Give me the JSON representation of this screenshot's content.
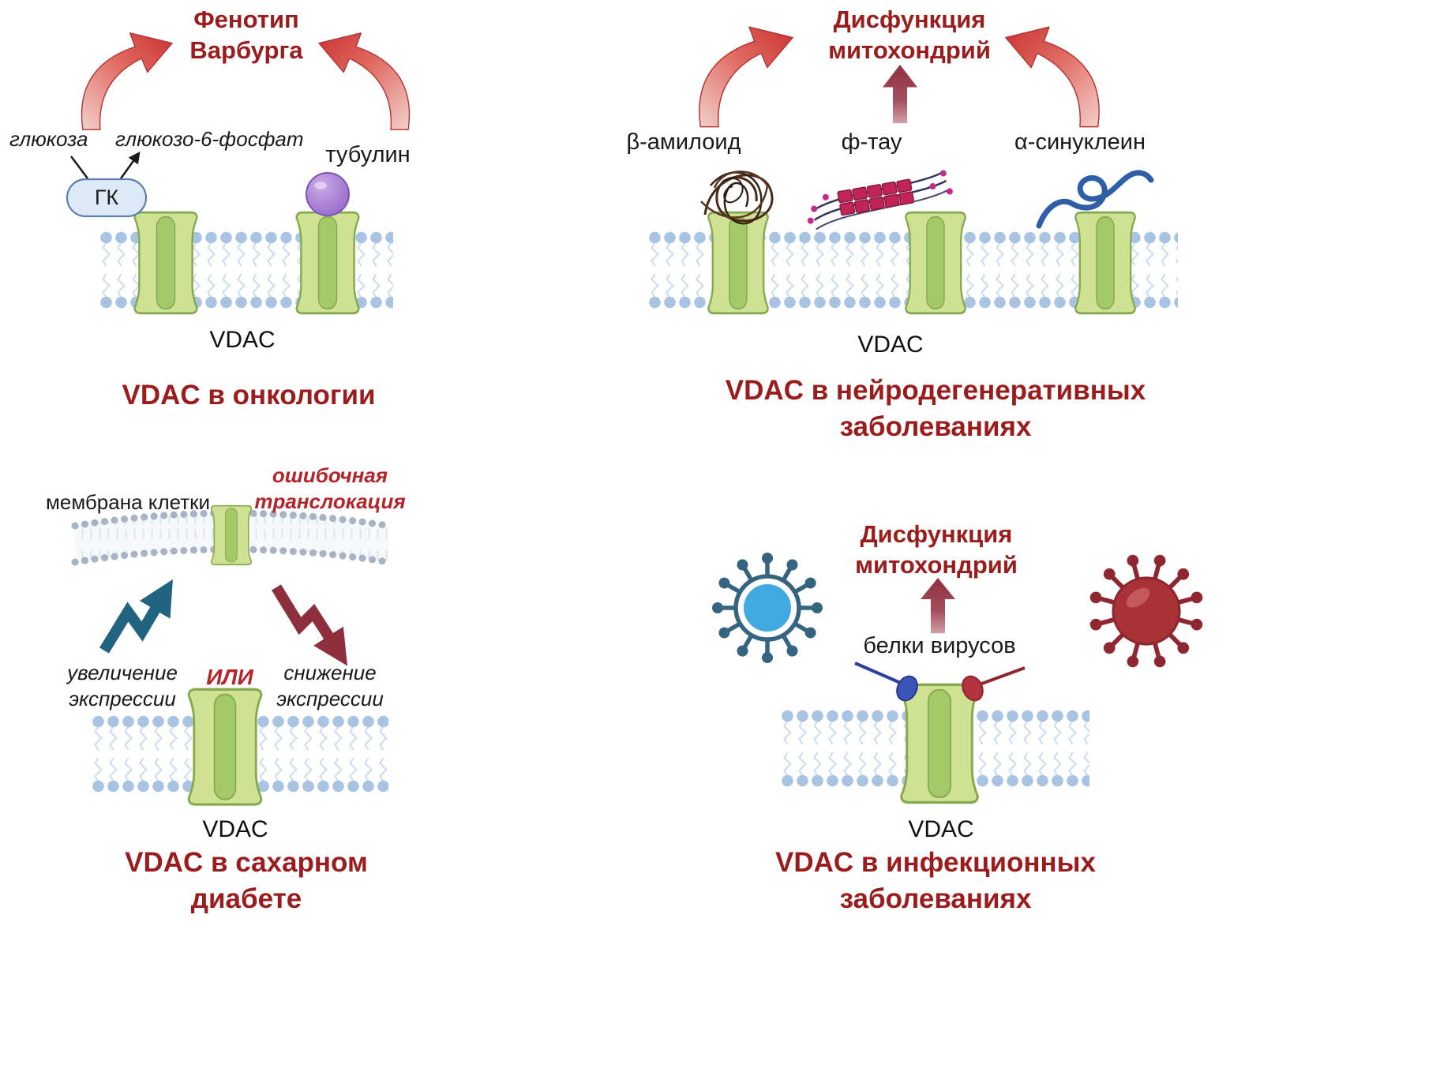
{
  "colors": {
    "maroon": "#9a1c1c",
    "red_accent": "#b5242a",
    "arrow_red": "#cb3434",
    "membrane_blue": "#a9c3e2",
    "vdac_green": "#cfe193",
    "vdac_green_dark": "#a3c969",
    "tubulin_purple": "#9165c7",
    "increase_arrow_blue": "#20647f",
    "decrease_arrow_red": "#8e2f3e",
    "virus_blue": "#3fa9e0",
    "virus_red": "#a93237"
  },
  "oncology": {
    "phenotype": "Фенотип\nВарбурга",
    "glucose": "глюкоза",
    "glucose6p": "глюкозо-6-фосфат",
    "hexokinase": "ГК",
    "tubulin": "тубулин",
    "vdac": "VDAC",
    "title": "VDAC в онкологии"
  },
  "neuro": {
    "dysfunction": "Дисфункция\nмитохондрий",
    "beta_amyloid": "β-амилоид",
    "phospho_tau": "ф-тау",
    "alpha_synuclein": "α-синуклеин",
    "vdac": "VDAC",
    "title": "VDAC в нейродегенеративных\nзаболеваниях"
  },
  "diabetes": {
    "cell_membrane": "мембрана клетки",
    "mistranslocation": "ошибочная\nтранслокация",
    "increase": "увеличение\nэкспрессии",
    "or": "ИЛИ",
    "decrease": "снижение\nэкспрессии",
    "vdac": "VDAC",
    "title": "VDAC в сахарном\nдиабете"
  },
  "infection": {
    "dysfunction": "Дисфункция\nмитохондрий",
    "viral_proteins": "белки вирусов",
    "vdac": "VDAC",
    "title": "VDAC в инфекционных\nзаболеваниях"
  }
}
